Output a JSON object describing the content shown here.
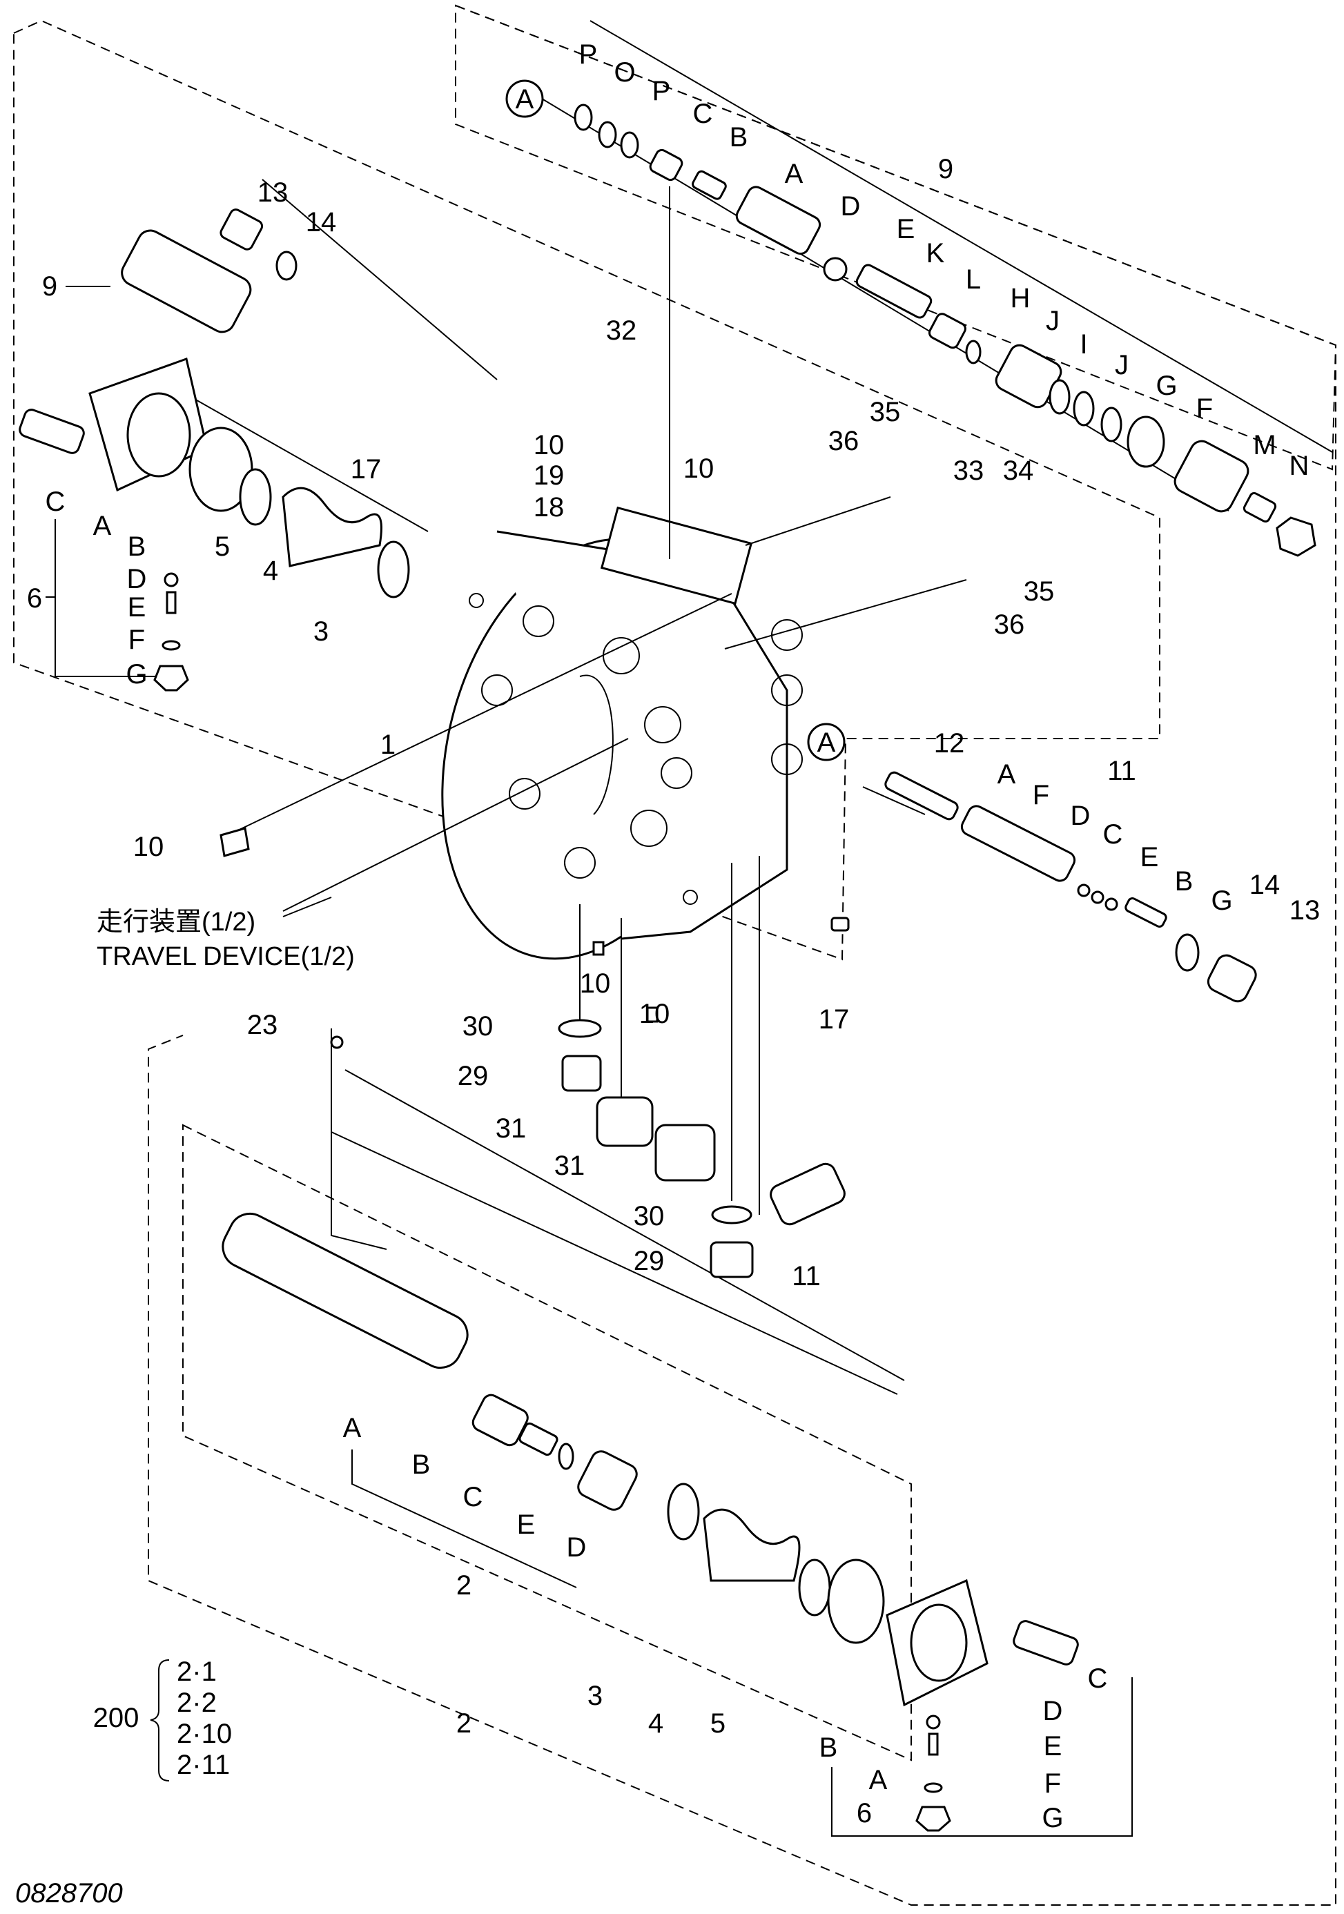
{
  "drawing_code": "0828700",
  "reference": {
    "text_jp": "走行装置(1/2)",
    "text_en": "TRAVEL DEVICE(1/2)"
  },
  "circle_marker": "A",
  "group_200": {
    "label": "200",
    "items": [
      "2·1",
      "2·2",
      "2·10",
      "2·11"
    ]
  },
  "callouts": {
    "top_assembly": [
      "P",
      "O",
      "P",
      "C",
      "B",
      "A",
      "9",
      "D",
      "E",
      "K",
      "L",
      "H",
      "J",
      "I",
      "J",
      "G",
      "F",
      "M",
      "N"
    ],
    "left_cover": [
      "13",
      "14",
      "9",
      "C",
      "A",
      "B",
      "D",
      "E",
      "F",
      "G",
      "6",
      "5",
      "4",
      "3",
      "17"
    ],
    "center": [
      "32",
      "10",
      "19",
      "18",
      "10",
      "36",
      "35",
      "33",
      "34",
      "35",
      "36",
      "1",
      "10",
      "23"
    ],
    "right_spool": [
      "12",
      "A",
      "11",
      "F",
      "D",
      "C",
      "E",
      "B",
      "G",
      "14",
      "13",
      "17"
    ],
    "bottom_plugs": [
      "10",
      "10",
      "30",
      "29",
      "31",
      "31",
      "30",
      "29",
      "11"
    ],
    "lower_assembly": [
      "A",
      "B",
      "C",
      "E",
      "D",
      "2",
      "3",
      "4",
      "5",
      "B",
      "A",
      "6",
      "C",
      "D",
      "E",
      "F",
      "G",
      "2"
    ]
  }
}
